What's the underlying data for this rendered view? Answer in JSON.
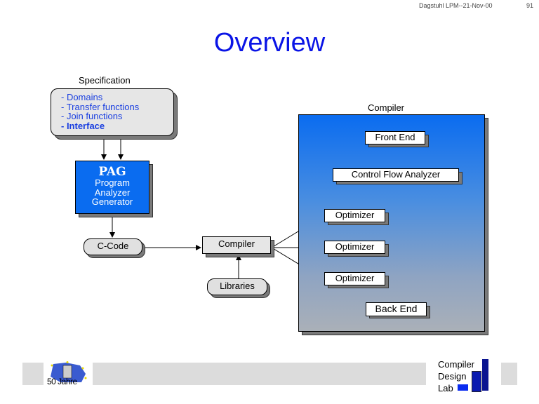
{
  "header": {
    "event": "Dagstuhl LPM--21-Nov-00",
    "page_number": "91"
  },
  "title": "Overview",
  "diagram": {
    "specification": {
      "label": "Specification",
      "items": [
        "- Domains",
        "- Transfer functions",
        "- Join functions",
        "- Interface"
      ]
    },
    "pag": {
      "acronym": "PAG",
      "line1": "Program",
      "line2": "Analyzer",
      "line3": "Generator"
    },
    "c_code": "C-Code",
    "compiler_box": "Compiler",
    "libraries": "Libraries",
    "compiler_panel": {
      "label": "Compiler",
      "front_end": "Front End",
      "cfa": "Control Flow Analyzer",
      "optimizers": [
        "Optimizer",
        "Optimizer",
        "Optimizer"
      ],
      "back_end": "Back End"
    }
  },
  "footer": {
    "logo_left_text": "50 Jahre",
    "logo_right_lines": [
      "Compiler",
      "Design",
      "Lab"
    ]
  },
  "colors": {
    "title": "#0a14e6",
    "accent_blue": "#0a6cf0",
    "spec_text": "#1a3fe0"
  }
}
